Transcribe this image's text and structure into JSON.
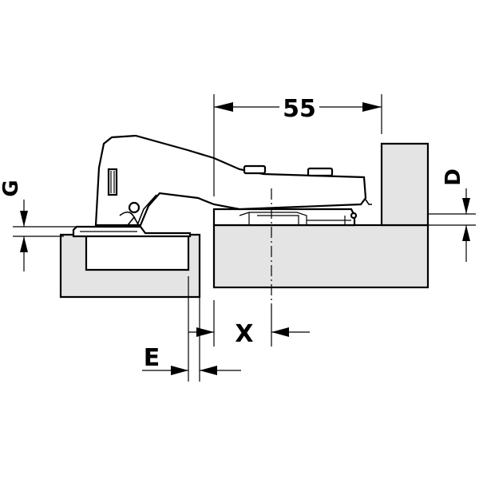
{
  "diagram": {
    "labels": {
      "dimension_55": "55",
      "label_g": "G",
      "label_d": "D",
      "label_x": "X",
      "label_e": "E"
    },
    "colors": {
      "panel_fill": "#e4e4e4",
      "outline": "#000000",
      "background": "#ffffff"
    }
  }
}
